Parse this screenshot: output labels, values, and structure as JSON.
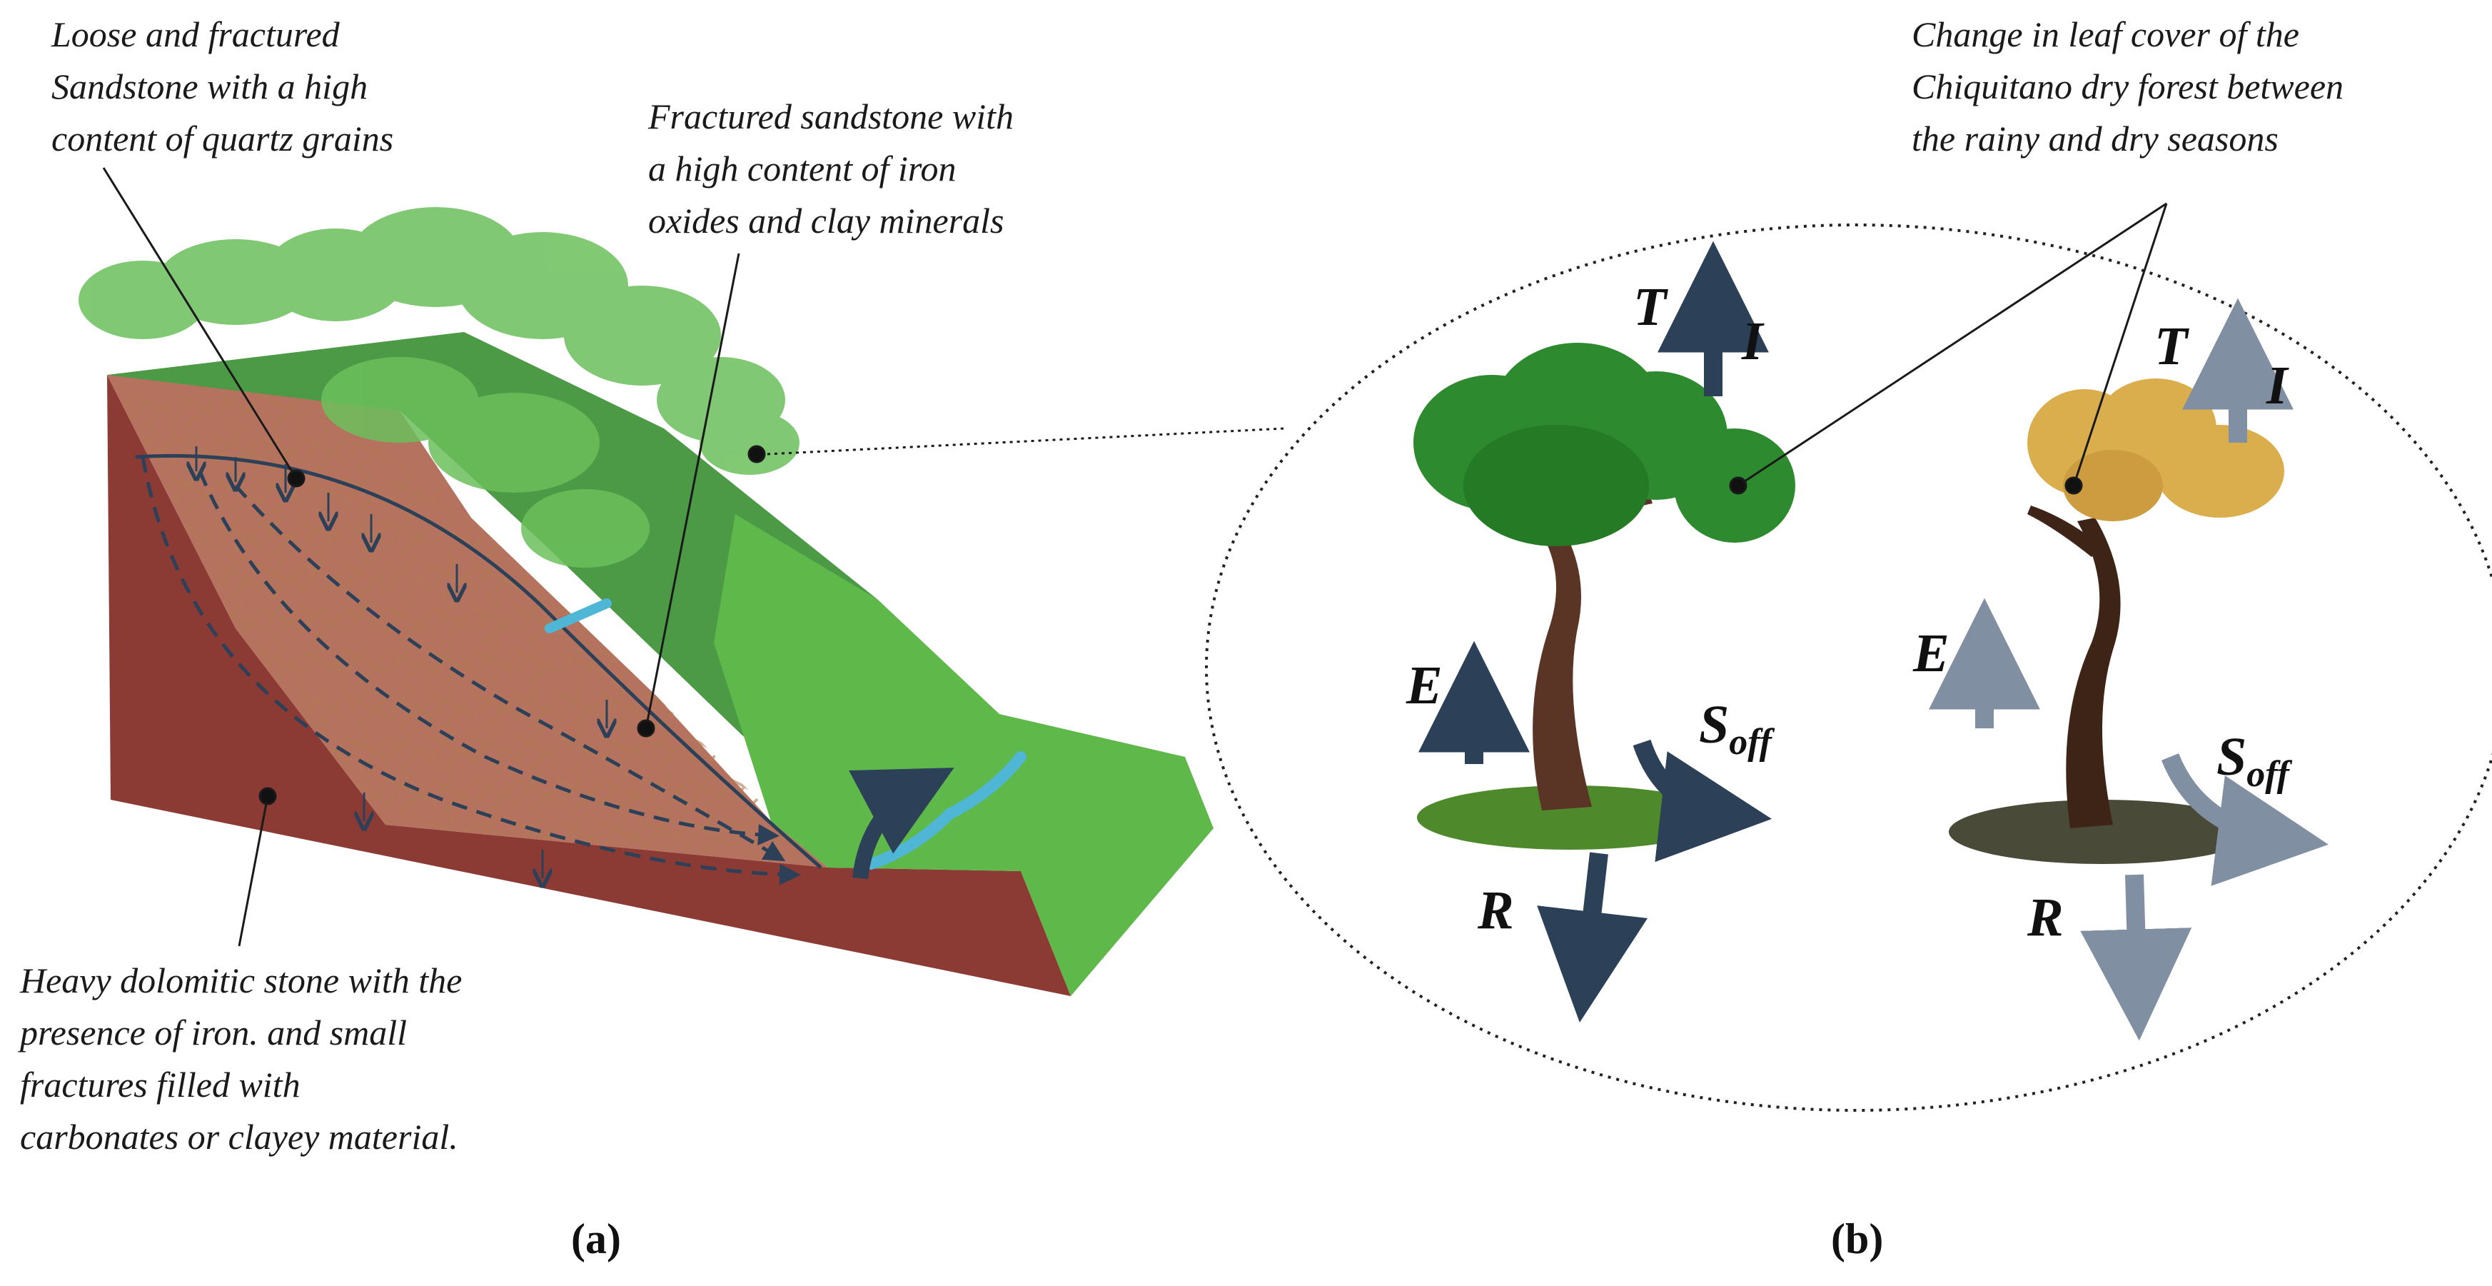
{
  "annotations": {
    "loose_sandstone": [
      "Loose and fractured",
      "Sandstone with a high",
      "content of quartz grains"
    ],
    "fractured_sandstone": [
      "Fractured sandstone with",
      "a high content of iron",
      "oxides and clay minerals"
    ],
    "dolomitic_stone": [
      "Heavy dolomitic stone with the",
      "presence of iron. and small",
      "fractures filled with",
      "carbonates or clayey material."
    ],
    "leaf_cover": [
      "Change  in  leaf  cover  of  the",
      "Chiquitano  dry  forest  between",
      "the rainy and dry seasons"
    ]
  },
  "panels": {
    "a": "(a)",
    "b": "(b)"
  },
  "fluxes": {
    "T": "T",
    "I": "I",
    "E": "E",
    "R": "R",
    "S_base": "S",
    "S_sub": "off"
  },
  "colors": {
    "arrow_dark": "#2c4058",
    "arrow_faded": "#8090a2",
    "water": "#4fb6d6",
    "soil": "#8c3a34",
    "grass": "#5fb84a",
    "forest_green": "#2e8a2e",
    "dry_foliage": "#d7a53a"
  }
}
